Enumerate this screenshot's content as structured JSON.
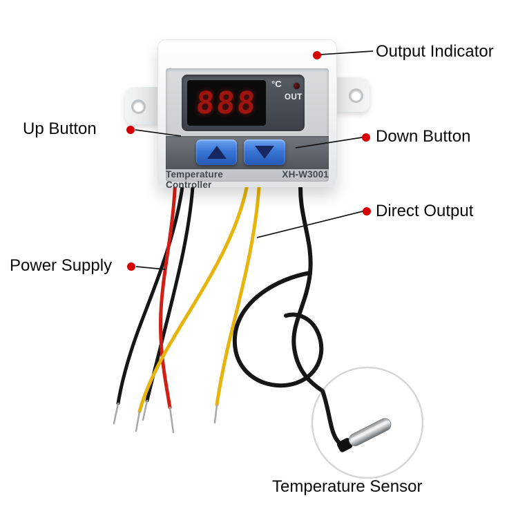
{
  "device": {
    "display_value": "888",
    "unit": "°C",
    "out_label": "OUT",
    "name": "Temperature Controller",
    "model": "XH-W3001"
  },
  "callouts": {
    "output_indicator": "Output Indicator",
    "up_button": "Up Button",
    "down_button": "Down Button",
    "direct_output": "Direct Output",
    "power_supply": "Power Supply",
    "temperature_sensor": "Temperature Sensor"
  },
  "colors": {
    "callout_dot": "#d60000",
    "callout_line": "#151515",
    "wire_red": "#cf1f16",
    "wire_yellow": "#e6b40c",
    "wire_black": "#161616",
    "wire_tip_silver": "#a8a8a8",
    "button_blue": "#3a76d6",
    "display_digit_red": "#a01410"
  }
}
